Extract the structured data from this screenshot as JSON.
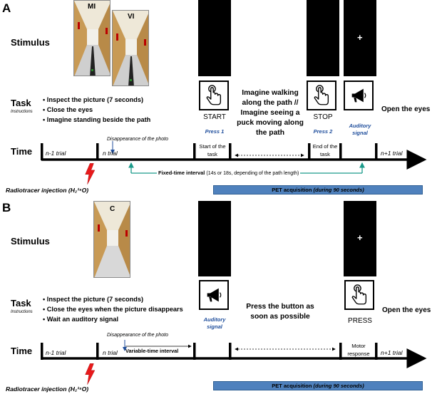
{
  "panel_a": {
    "letter": "A",
    "stimulus_label": "Stimulus",
    "task_label": "Task",
    "task_sub": "Instructions",
    "time_label": "Time",
    "photo_labels": [
      "MI",
      "VI"
    ],
    "bullets": [
      "• Inspect the picture (7 seconds)",
      "• Close the eyes",
      "• Imagine standing beside the path"
    ],
    "start_label": "START",
    "press1": "Press 1",
    "imagine_text": "Imagine walking along the path // Imagine seeing a puck moving along the path",
    "stop_label": "STOP",
    "press2": "Press 2",
    "auditory_signal": "Auditory signal",
    "plus": "+",
    "open_eyes": "Open the eyes",
    "tl_prev": "n-1 trial",
    "tl_cur": "n trial",
    "tl_start_task": "Start of the task",
    "tl_end_task": "End of the task",
    "tl_next": "n+1 trial",
    "disappearance": "Disappearance of the photo",
    "fixed_interval": "Fixed-time interval",
    "fixed_interval_note": "(14s or 18s, depending of the path length)",
    "tracer_injection": "Radiotracer injection (H₂¹⁵O)",
    "pet_label": "PET acquisition",
    "pet_note": "(during 90 seconds)"
  },
  "panel_b": {
    "letter": "B",
    "stimulus_label": "Stimulus",
    "task_label": "Task",
    "task_sub": "Instructions",
    "time_label": "Time",
    "photo_label": "C",
    "bullets": [
      "• Inspect the picture (7 seconds)",
      "• Close the eyes when the picture disappears",
      "• Wait an auditory signal"
    ],
    "auditory_signal": "Auditory signal",
    "press_text": "Press the button as soon as possible",
    "press_label": "PRESS",
    "plus": "+",
    "open_eyes": "Open the eyes",
    "tl_prev": "n-1 trial",
    "tl_cur": "n trial",
    "variable_interval": "Variable-time interval",
    "motor_response": "Motor response",
    "tl_next": "n+1 trial",
    "disappearance": "Disappearance of the photo",
    "tracer_injection": "Radiotracer injection (H₂¹⁵O)",
    "pet_label": "PET acquisition",
    "pet_note": "(during 90 seconds)"
  },
  "colors": {
    "pet_bar": "#4f81bd",
    "accent_blue": "#1f4e9c",
    "fixed_interval_arrow": "#1a9a8a",
    "tracer_red": "#e8191b"
  },
  "icons": [
    "hand-press-icon",
    "megaphone-icon",
    "lightning-icon",
    "corridor-photo"
  ]
}
